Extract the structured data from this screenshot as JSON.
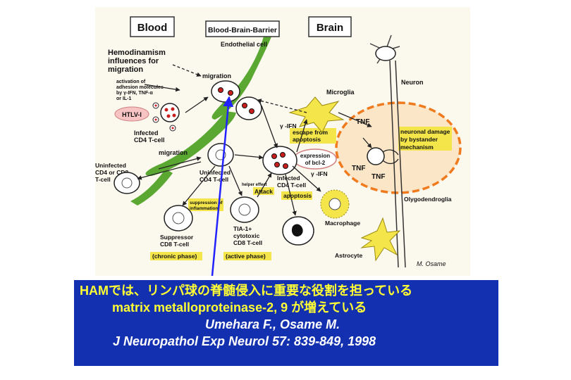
{
  "diagram": {
    "headers": {
      "blood": "Blood",
      "bbb": "Blood-Brain-Barrier",
      "brain": "Brain"
    },
    "labels": {
      "endothelial": "Endothelial cell",
      "hemo1": "Hemodinamism",
      "hemo2": "influences for",
      "hemo3": "migration",
      "migration_top": "migration",
      "act1": "activation of",
      "act2": "adhesion molecules",
      "act3": "by γ-IFN, TNF-α",
      "act4": "or IL-1",
      "htlv": "HTLV-I",
      "infected1": "Infected",
      "infected2": "CD4 T-cell",
      "migration_mid": "migration",
      "uninf_left1": "Uninfected",
      "uninf_left2": "CD4 or CD8",
      "uninf_left3": "T-cell",
      "uninf_mid1": "Uninfected",
      "uninf_mid2": "CD4 T-cell",
      "helper": "helper effect",
      "attack": "Attack",
      "supp1": "suppression of",
      "supp2": "inflammation",
      "suppressor1": "Suppressor",
      "suppressor2": "CD8 T-cell",
      "chronic": "(chronic phase)",
      "tia1": "TIA-1+",
      "tia2": "cytotoxic",
      "tia3": "CD8 T-cell",
      "active": "(active phase)",
      "gifn1": "γ -IFN",
      "gifn2": "γ -IFN",
      "escape1": "escape from",
      "escape2": "apoptosis",
      "expr1": "expression",
      "expr2": "of bcl-2",
      "infected_brain1": "Infected",
      "infected_brain2": "CD4 T-cell",
      "apoptosis": "apoptosis",
      "microglia": "Microglia",
      "neuron": "Neuron",
      "tnf1": "TNF",
      "tnf2": "TNF",
      "tnf3": "TNF",
      "damage1": "neuronal damage",
      "damage2": "by bystander",
      "damage3": "mechanism",
      "oligo": "Olygodendroglia",
      "macrophage": "Macrophage",
      "astrocyte": "Astrocyte",
      "signature": "M. Osame"
    }
  },
  "caption": {
    "line1": "HAMでは、リンパ球の脊髄侵入に重要な役割を担っている",
    "line2": "matrix metalloproteinase-2, 9 が増えている",
    "line3": "Umehara F., Osame M.",
    "line4": "J Neuropathol Exp Neurol  57: 839-849, 1998"
  },
  "colors": {
    "caption_bg": "#1230b0",
    "caption_highlight": "#ffff33",
    "caption_text": "#ffffff",
    "pointer_arrow": "#2222ff",
    "endothelium": "#5aa832",
    "label_highlight": "#f4e64a",
    "tnf_zone": "#f07a1e",
    "tnf_zone_fill": "#fbe6c8",
    "htlv_fill": "#f7c3c3",
    "diagram_bg": "#fbf8ee"
  }
}
